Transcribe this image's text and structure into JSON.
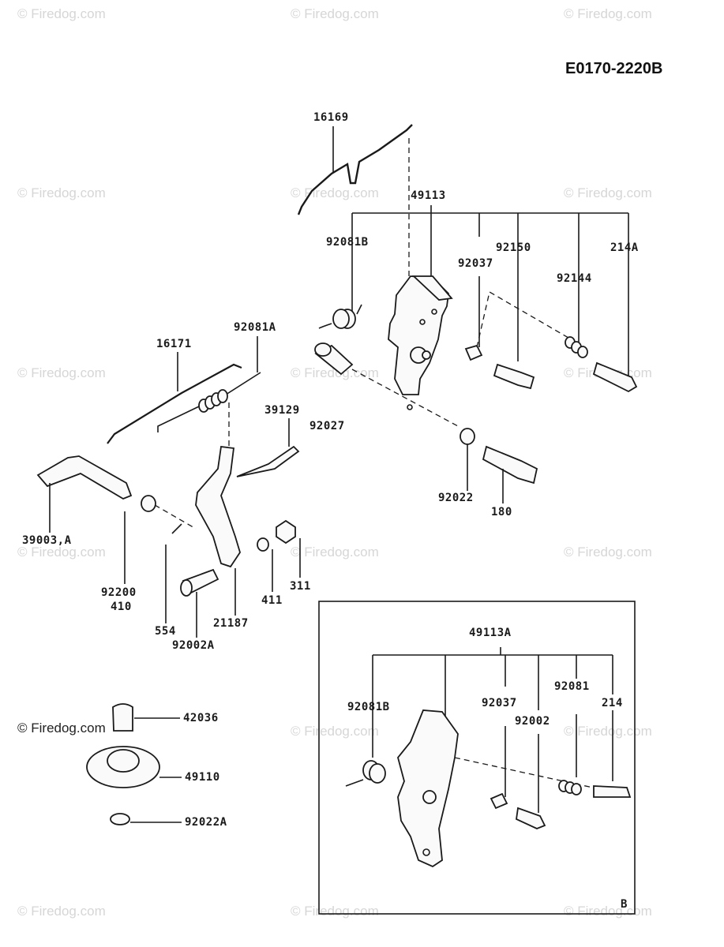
{
  "diagram_code": "E0170-2220B",
  "inset_label": "B",
  "watermarks": [
    "© Firedog.com",
    "© Firedog.com",
    "© Firedog.com",
    "© Firedog.com",
    "© Firedog.com",
    "© Firedog.com",
    "© Firedog.com",
    "© Firedog.com",
    "© Firedog.com",
    "© Firedog.com",
    "© Firedog.com",
    "© Firedog.com",
    "© Firedog.com",
    "© Firedog.com",
    "© Firedog.com",
    "© Firedog.com",
    "© Firedog.com",
    "© Firedog.com"
  ],
  "watermark_dark": "© Firedog.com",
  "parts": {
    "p16169": "16169",
    "p49113": "49113",
    "p92081B": "92081B",
    "p92037": "92037",
    "p92150": "92150",
    "p214A": "214A",
    "p92144": "92144",
    "p16171": "16171",
    "p92081A": "92081A",
    "p39129": "39129",
    "p92027": "92027",
    "p92022": "92022",
    "p180": "180",
    "p39003A": "39003,A",
    "p92200": "92200",
    "p410": "410",
    "p554": "554",
    "p21187": "21187",
    "p92002A": "92002A",
    "p411": "411",
    "p311": "311",
    "p42036": "42036",
    "p49110": "49110",
    "p92022A": "92022A",
    "b49113A": "49113A",
    "b92081B": "92081B",
    "b92037": "92037",
    "b92081": "92081",
    "b214": "214",
    "b92002": "92002"
  }
}
